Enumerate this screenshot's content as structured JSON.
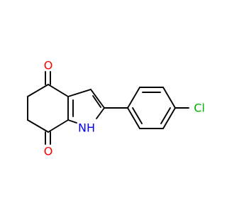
{
  "molecule": {
    "atoms": {
      "o_top": "O",
      "o_bottom": "O",
      "nh": "NH",
      "cl": "Cl"
    },
    "colors": {
      "bond": "#000000",
      "oxygen": "#ff0000",
      "nitrogen": "#0000ff",
      "chlorine": "#00b000",
      "background": "#ffffff"
    }
  }
}
